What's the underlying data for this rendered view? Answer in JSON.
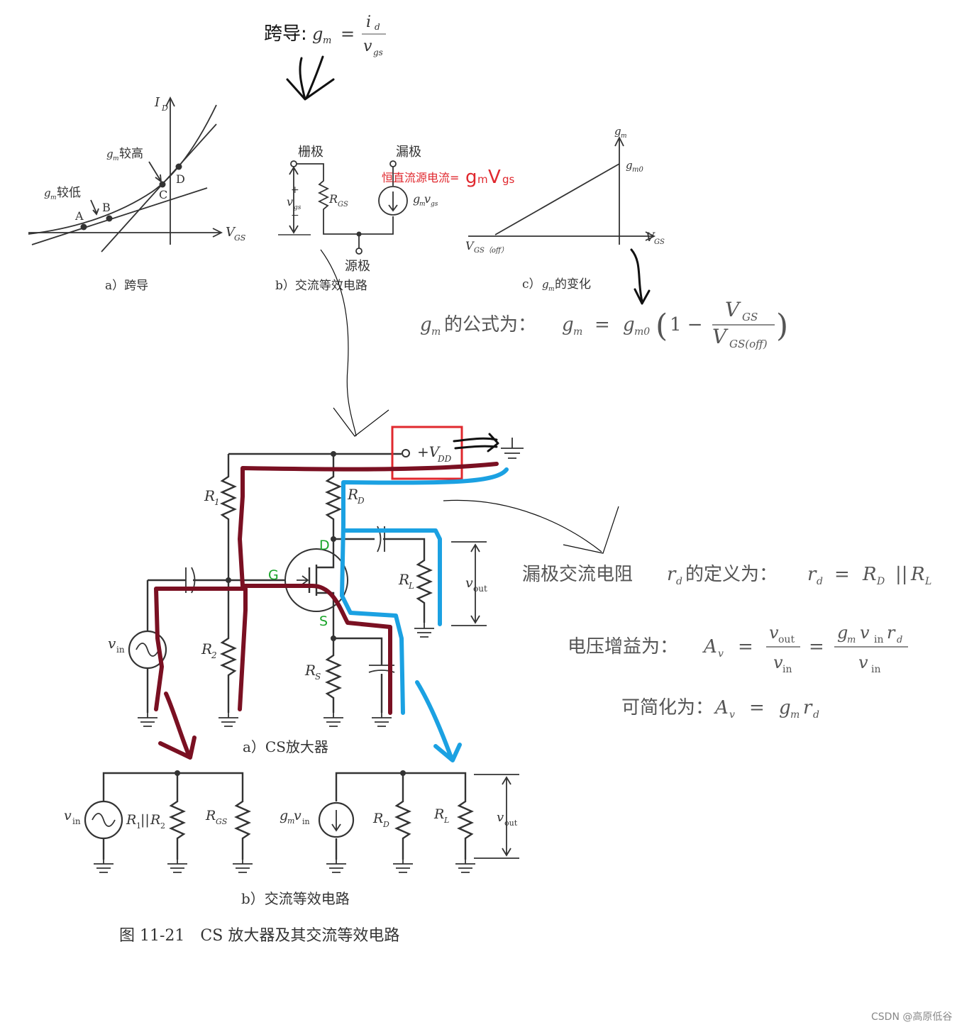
{
  "top_formula": {
    "label": "跨导:",
    "lhs": "g",
    "lhs_sub": "m",
    "eq": "=",
    "num": "i",
    "num_sub": "d",
    "den": "v",
    "den_sub": "gs"
  },
  "fig_a": {
    "y_axis": "I",
    "y_axis_sub": "D",
    "x_axis": "V",
    "x_axis_sub": "GS",
    "high_label_g": "g",
    "high_label_sub": "m",
    "high_label": "较高",
    "low_label_g": "g",
    "low_label_sub": "m",
    "low_label": "较低",
    "points": [
      "A",
      "B",
      "C",
      "D"
    ],
    "caption": "a）跨导"
  },
  "fig_b": {
    "gate": "栅极",
    "drain": "漏极",
    "source": "源极",
    "rgs": "R",
    "rgs_sub": "GS",
    "vgs": "v",
    "vgs_sub": "gs",
    "plus": "+",
    "minus": "−",
    "src": "g",
    "src_sub1": "m",
    "src_v": "v",
    "src_sub2": "gs",
    "note_prefix": "恒直流源电流=",
    "note_g": "g",
    "note_m": "m",
    "note_v": "V",
    "note_gs": "gs",
    "caption": "b）交流等效电路"
  },
  "fig_c": {
    "y_axis": "g",
    "y_axis_sub": "m",
    "gm0": "g",
    "gm0_sub": "m0",
    "x_axis": "V",
    "x_axis_sub": "GS",
    "vgsoff": "V",
    "vgsoff_sub": "GS（off）",
    "caption_prefix": "c）",
    "caption_g": "g",
    "caption_sub": "m",
    "caption_suffix": "的变化"
  },
  "gm_formula": {
    "prefix_g": "g",
    "prefix_sub": "m",
    "text": " 的公式为：",
    "g": "g",
    "g_sub": "m",
    "eq": "=",
    "g0": "g",
    "g0_sub": "m0",
    "one": "1 −",
    "num": "V",
    "num_sub": "GS",
    "den": "V",
    "den_sub": "GS(off)"
  },
  "cs_amp": {
    "vdd": "+V",
    "vdd_sub": "DD",
    "r1": "R",
    "r1_sub": "1",
    "r2": "R",
    "r2_sub": "2",
    "rd": "R",
    "rd_sub": "D",
    "rs": "R",
    "rs_sub": "S",
    "rl": "R",
    "rl_sub": "L",
    "vin": "v",
    "vin_sub": "in",
    "vout": "v",
    "vout_sub": "out",
    "D": "D",
    "G": "G",
    "S": "S",
    "caption": "a）CS放大器"
  },
  "rd_def": {
    "text": "漏极交流电阻 ",
    "r": "r",
    "r_sub": "d",
    "text2": " 的定义为：",
    "eq": "= ",
    "rd": "R",
    "rd_sub": "D",
    "par": "||",
    "rl": "R",
    "rl_sub": "L"
  },
  "gain": {
    "text": "电压增益为：",
    "a": "A",
    "a_sub": "v",
    "eq": "=",
    "n1": "v",
    "n1_sub": "out",
    "d1": "v",
    "d1_sub": "in",
    "n2_g": "g",
    "n2_gsub": "m",
    "n2_v": "v",
    "n2_vsub": "in",
    "n2_r": "r",
    "n2_rsub": "d",
    "d2": "v",
    "d2_sub": "in"
  },
  "simplified": {
    "text": "可简化为：",
    "a": "A",
    "a_sub": "v",
    "eq": "=",
    "g": "g",
    "g_sub": "m",
    "r": "r",
    "r_sub": "d"
  },
  "ac_equiv": {
    "vin": "v",
    "vin_sub": "in",
    "r12": "R",
    "r12_s1": "1",
    "par": "||",
    "r12b": "R",
    "r12_s2": "2",
    "rgs": "R",
    "rgs_sub": "GS",
    "gv": "g",
    "gv_sub": "m",
    "gv_v": "v",
    "gv_vsub": "in",
    "rd": "R",
    "rd_sub": "D",
    "rl": "R",
    "rl_sub": "L",
    "vout": "v",
    "vout_sub": "out",
    "caption": "b）交流等效电路"
  },
  "figure_caption": "图 11-21　CS 放大器及其交流等效电路",
  "watermark": "CSDN @高原低谷",
  "colors": {
    "dark_red": "#7a1022",
    "blue": "#1ba1e2",
    "red": "#e0282e",
    "green": "#1aa52a"
  }
}
